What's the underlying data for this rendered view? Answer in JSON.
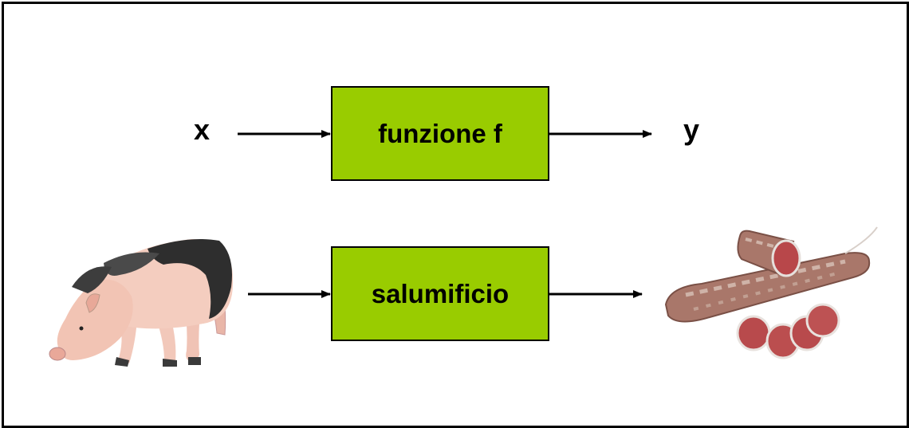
{
  "colors": {
    "box_fill": "#99cc00",
    "border": "#000000",
    "arrow": "#000000"
  },
  "row1": {
    "input_label": "x",
    "box_label": "funzione f",
    "output_label": "y"
  },
  "row2": {
    "box_label": "salumificio",
    "input_icon": "pig-image",
    "output_icon": "salami-image"
  }
}
